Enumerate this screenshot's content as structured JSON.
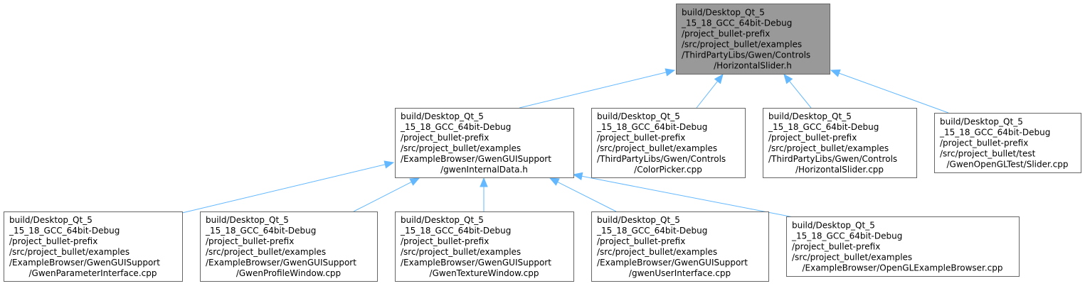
{
  "diagram": {
    "nodes": [
      {
        "id": "root",
        "role": "root",
        "lines": [
          "build/Desktop_Qt_5",
          "_15_18_GCC_64bit-Debug",
          "/project_bullet-prefix",
          "/src/project_bullet/examples",
          "/ThirdPartyLibs/Gwen/Controls",
          "/HorizontalSlider.h"
        ]
      },
      {
        "id": "gwenInternalData",
        "role": "includer",
        "lines": [
          "build/Desktop_Qt_5",
          "_15_18_GCC_64bit-Debug",
          "/project_bullet-prefix",
          "/src/project_bullet/examples",
          "/ExampleBrowser/GwenGUISupport",
          "/gwenInternalData.h"
        ]
      },
      {
        "id": "colorPicker",
        "role": "includer",
        "lines": [
          "build/Desktop_Qt_5",
          "_15_18_GCC_64bit-Debug",
          "/project_bullet-prefix",
          "/src/project_bullet/examples",
          "/ThirdPartyLibs/Gwen/Controls",
          "/ColorPicker.cpp"
        ]
      },
      {
        "id": "horizontalSliderCpp",
        "role": "includer",
        "lines": [
          "build/Desktop_Qt_5",
          "_15_18_GCC_64bit-Debug",
          "/project_bullet-prefix",
          "/src/project_bullet/examples",
          "/ThirdPartyLibs/Gwen/Controls",
          "/HorizontalSlider.cpp"
        ]
      },
      {
        "id": "sliderTest",
        "role": "includer",
        "lines": [
          "build/Desktop_Qt_5",
          "_15_18_GCC_64bit-Debug",
          "/project_bullet-prefix",
          "/src/project_bullet/test",
          "/GwenOpenGLTest/Slider.cpp"
        ]
      },
      {
        "id": "gwenParameterInterface",
        "role": "includer",
        "lines": [
          "build/Desktop_Qt_5",
          "_15_18_GCC_64bit-Debug",
          "/project_bullet-prefix",
          "/src/project_bullet/examples",
          "/ExampleBrowser/GwenGUISupport",
          "/GwenParameterInterface.cpp"
        ]
      },
      {
        "id": "gwenProfileWindow",
        "role": "includer",
        "lines": [
          "build/Desktop_Qt_5",
          "_15_18_GCC_64bit-Debug",
          "/project_bullet-prefix",
          "/src/project_bullet/examples",
          "/ExampleBrowser/GwenGUISupport",
          "/GwenProfileWindow.cpp"
        ]
      },
      {
        "id": "gwenTextureWindow",
        "role": "includer",
        "lines": [
          "build/Desktop_Qt_5",
          "_15_18_GCC_64bit-Debug",
          "/project_bullet-prefix",
          "/src/project_bullet/examples",
          "/ExampleBrowser/GwenGUISupport",
          "/GwenTextureWindow.cpp"
        ]
      },
      {
        "id": "gwenUserInterface",
        "role": "includer",
        "lines": [
          "build/Desktop_Qt_5",
          "_15_18_GCC_64bit-Debug",
          "/project_bullet-prefix",
          "/src/project_bullet/examples",
          "/ExampleBrowser/GwenGUISupport",
          "/gwenUserInterface.cpp"
        ]
      },
      {
        "id": "openGLExampleBrowser",
        "role": "includer",
        "lines": [
          "build/Desktop_Qt_5",
          "_15_18_GCC_64bit-Debug",
          "/project_bullet-prefix",
          "/src/project_bullet/examples",
          "/ExampleBrowser/OpenGLExampleBrowser.cpp"
        ]
      }
    ],
    "edges": [
      {
        "from": "gwenInternalData",
        "to": "root"
      },
      {
        "from": "colorPicker",
        "to": "root"
      },
      {
        "from": "horizontalSliderCpp",
        "to": "root"
      },
      {
        "from": "sliderTest",
        "to": "root"
      },
      {
        "from": "gwenParameterInterface",
        "to": "gwenInternalData"
      },
      {
        "from": "gwenProfileWindow",
        "to": "gwenInternalData"
      },
      {
        "from": "gwenTextureWindow",
        "to": "gwenInternalData"
      },
      {
        "from": "gwenUserInterface",
        "to": "gwenInternalData"
      },
      {
        "from": "openGLExampleBrowser",
        "to": "gwenInternalData"
      }
    ],
    "colors": {
      "root_fill": "#999999",
      "node_fill": "#ffffff",
      "node_border": "#666666",
      "edge": "#63b8ff",
      "text": "#000000"
    }
  }
}
